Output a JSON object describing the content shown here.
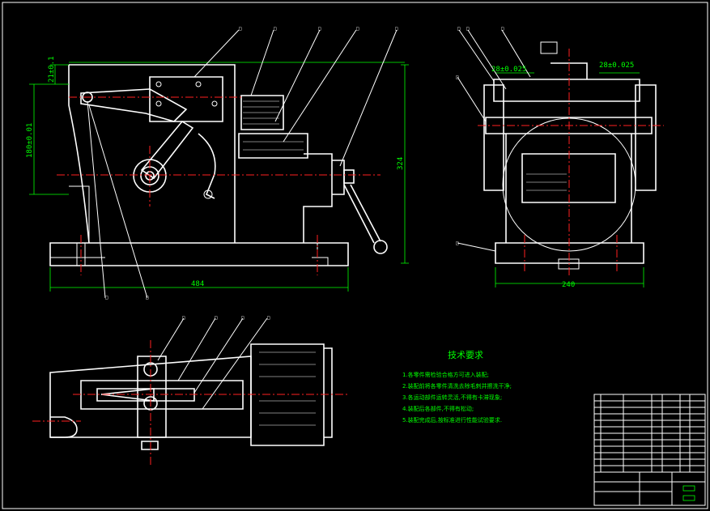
{
  "drawing": {
    "dimensions": {
      "left_width": "484",
      "left_height": "324",
      "left_height_tol": "180±0.01",
      "left_top_offset": "21±0.1",
      "right_width": "240",
      "right_offset_a": "28±0.025",
      "right_offset_b": "28±0.025"
    },
    "notes": {
      "title": "技术要求",
      "lines": [
        "1.各零件需检验合格方可进入装配;",
        "2.装配前将各零件清洗去除毛刺并擦洗干净;",
        "3.各运动部件运转灵活,不得有卡滞现象;",
        "4.装配后各部件,不得有松动;",
        "5.装配完成后,按标准进行性能试验要求."
      ]
    },
    "balloon_label": "□"
  }
}
